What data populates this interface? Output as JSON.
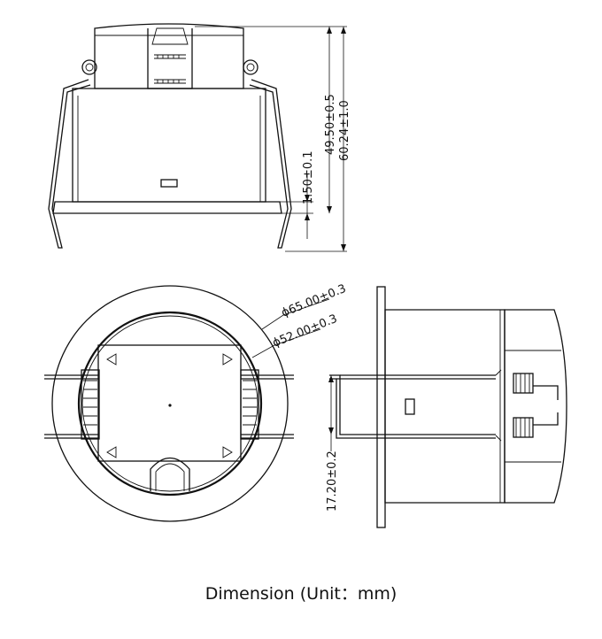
{
  "dimensions": {
    "recess_depth": "1.50±0.1",
    "body_height": "49.50±0.5",
    "overall_height": "60.24±1.0",
    "outer_diameter": "ϕ65.00±0.3",
    "cutout_diameter": "ϕ52.00±0.3",
    "spring_span": "17.20±0.2"
  },
  "caption": "Dimension (Unit：mm)"
}
